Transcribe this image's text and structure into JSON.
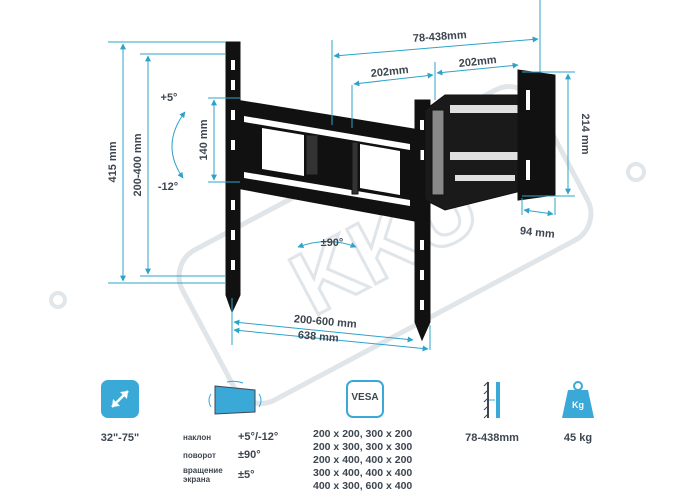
{
  "colors": {
    "accent": "#3aa9d8",
    "dimension": "#2ea3c9",
    "text": "#3d4650",
    "mount": "#111111",
    "watermark": "#dde3e8"
  },
  "watermark": {
    "text": "KKU"
  },
  "dimensions": {
    "arm_extension": "78-438mm",
    "arm_seg_left": "202mm",
    "arm_seg_right": "202mm",
    "wall_plate_height": "214 mm",
    "wall_plate_width": "94 mm",
    "bracket_height_total": "415 mm",
    "bracket_height_range": "200-400 mm",
    "tilt_up": "+5°",
    "tilt_down": "-12°",
    "vesa_vertical": "140 mm",
    "swivel": "±90°",
    "width_range": "200-600 mm",
    "width_total": "638 mm"
  },
  "specs": {
    "screen_size": {
      "icon": "diagonal-arrow-icon",
      "value": "32\"-75\""
    },
    "rotation": {
      "icon": "tilted-screen-icon",
      "rows": [
        {
          "label": "наклон",
          "value": "+5°/-12°"
        },
        {
          "label": "поворот",
          "value": "±90°"
        },
        {
          "label": "вращение экрана",
          "value": "±5°"
        }
      ]
    },
    "vesa": {
      "icon_label": "VESA",
      "values": [
        "200 x 200, 300 x 200",
        "200 x 300, 300 x 300",
        "200 x 400, 400 x 200",
        "300 x 400, 400 x 400",
        "400 x 300, 600 x 400"
      ]
    },
    "distance": {
      "icon": "wall-gap-icon",
      "value": "78-438mm"
    },
    "weight": {
      "icon_label": "Kg",
      "value": "45 kg"
    }
  }
}
